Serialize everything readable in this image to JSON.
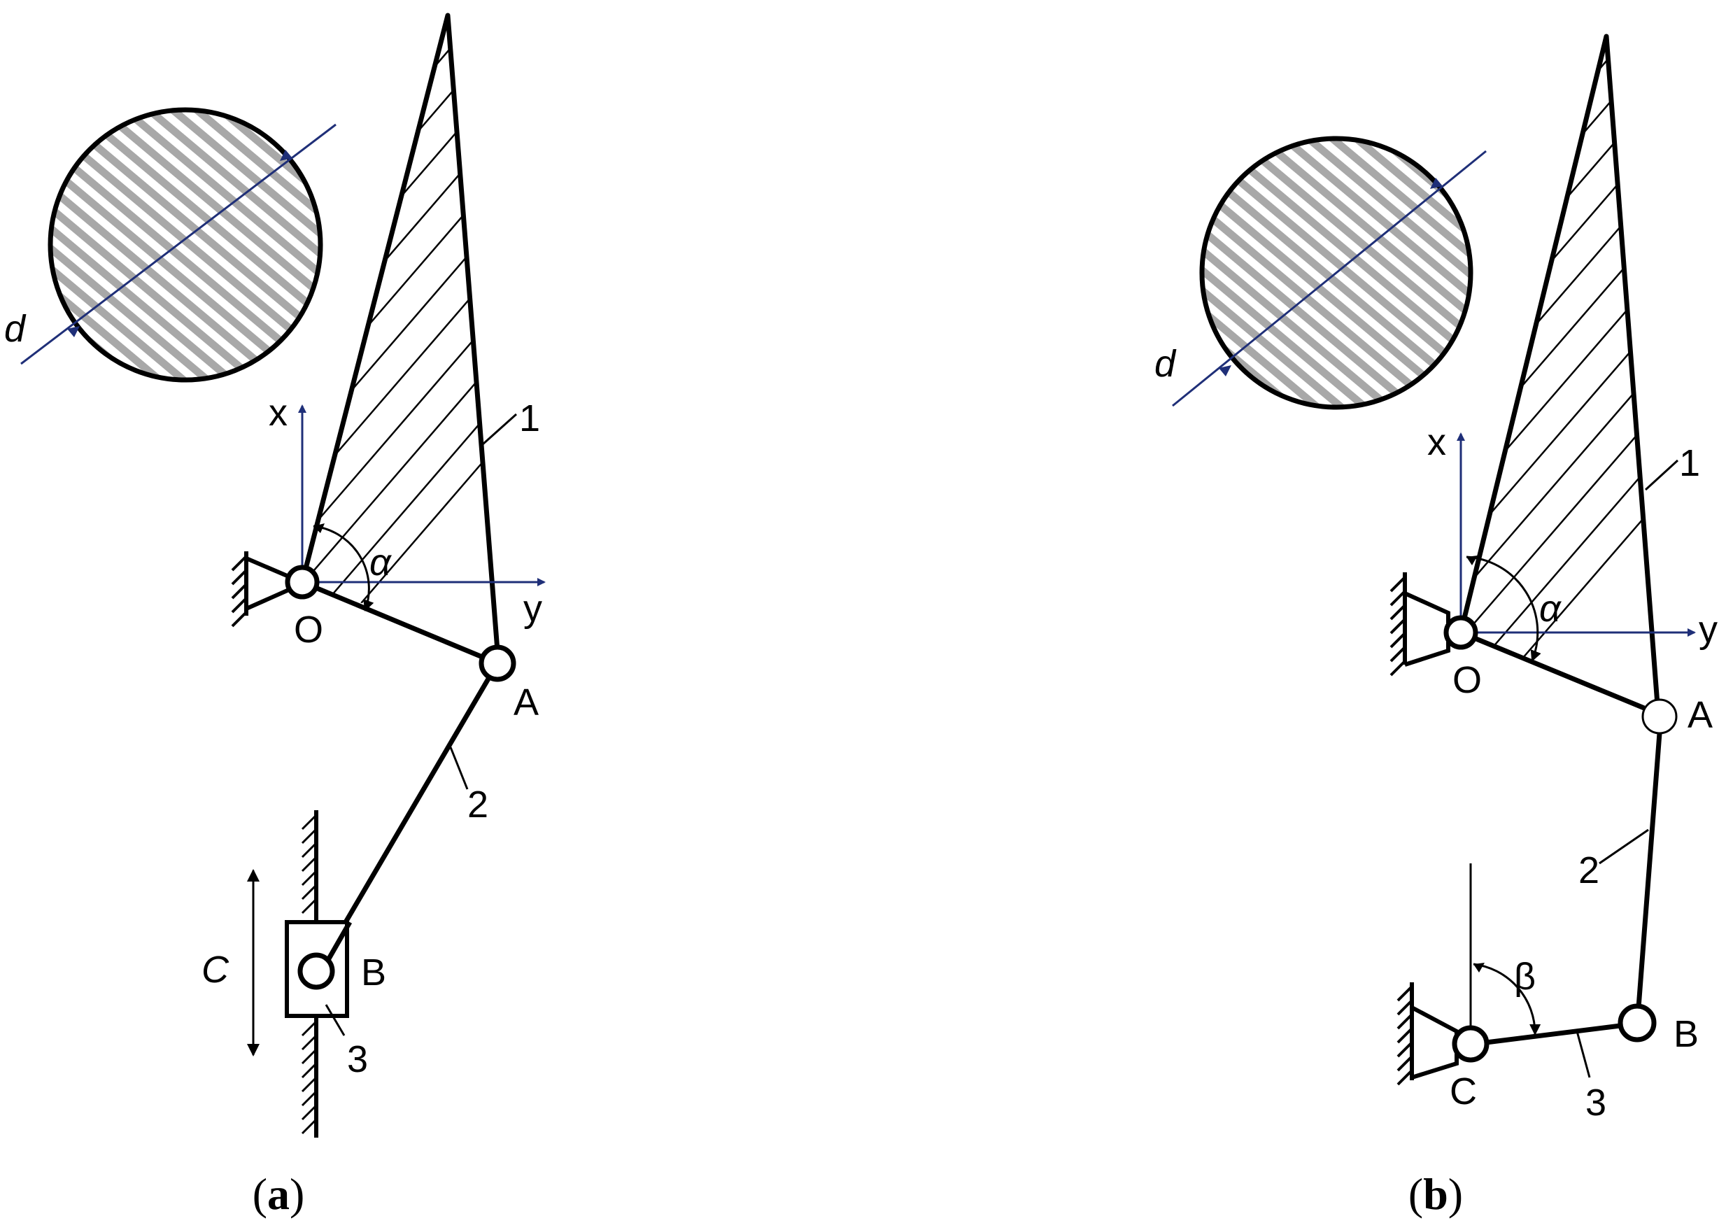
{
  "colors": {
    "axis": "#1f2f78",
    "ink": "#000000",
    "hatch_fill": "#9a9a9a"
  },
  "panel_a": {
    "caption_open": "(",
    "caption_letter": "a",
    "caption_close": ")",
    "labels": {
      "d": "d",
      "x": "x",
      "y": "y",
      "alpha": "α",
      "O": "O",
      "A": "A",
      "B": "B",
      "C": "C",
      "link1": "1",
      "link2": "2",
      "link3": "3"
    }
  },
  "panel_b": {
    "caption_open": "(",
    "caption_letter": "b",
    "caption_close": ")",
    "labels": {
      "d": "d",
      "x": "x",
      "y": "y",
      "alpha": "α",
      "beta": "β",
      "O": "O",
      "A": "A",
      "B": "B",
      "C": "C",
      "link1": "1",
      "link2": "2",
      "link3": "3"
    }
  }
}
